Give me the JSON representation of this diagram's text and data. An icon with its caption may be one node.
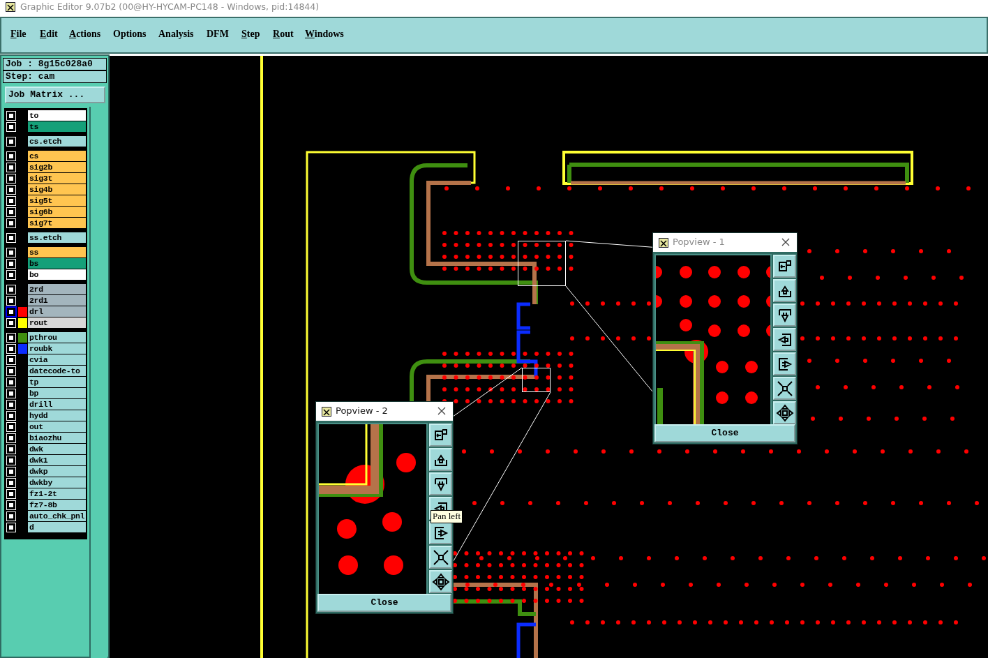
{
  "diagram": {
    "title": "Graphic Editor 9.07b2 (00@HY-HYCAM-PC148 - Windows, pid:14844)",
    "nodes": [
      {
        "text": [],
        "shape": "box"
      },
      {
        "text": [
          "Popview - 1",
          "Close"
        ]
      },
      {
        "text": [],
        "shape": "box"
      },
      {
        "text": [
          "Popview - 2",
          "Close"
        ]
      }
    ],
    "edges": [
      {
        "from": 0,
        "to": 1,
        "arrow": "none"
      },
      {
        "from": 0,
        "to": 1,
        "arrow": "none"
      },
      {
        "from": 2,
        "to": 3,
        "arrow": "none"
      },
      {
        "from": 2,
        "to": 3,
        "arrow": "none"
      }
    ],
    "labels": [
      "File",
      "Edit",
      "Actions",
      "Options",
      "Analysis",
      "DFM",
      "Step",
      "Rout",
      "Windows",
      "Job : 8g15c028a0",
      "Step: cam",
      "Job Matrix ...",
      "to",
      "ts",
      "cs.etch",
      "cs",
      "sig2b",
      "sig3t",
      "sig4b",
      "sig5t",
      "sig6b",
      "sig7t",
      "ss.etch",
      "ss",
      "bs",
      "bo",
      "2rd",
      "2rd1",
      "drl",
      "rout",
      "pthrou",
      "roubk",
      "cvia",
      "datecode-to",
      "tp",
      "bp",
      "drill",
      "hydd",
      "out",
      "biaozhu",
      "dwk",
      "dwk1",
      "dwkp",
      "dwkby",
      "fz1-2t",
      "fz7-8b",
      "auto_chk_pnl",
      "d",
      "Pan left"
    ]
  }
}
